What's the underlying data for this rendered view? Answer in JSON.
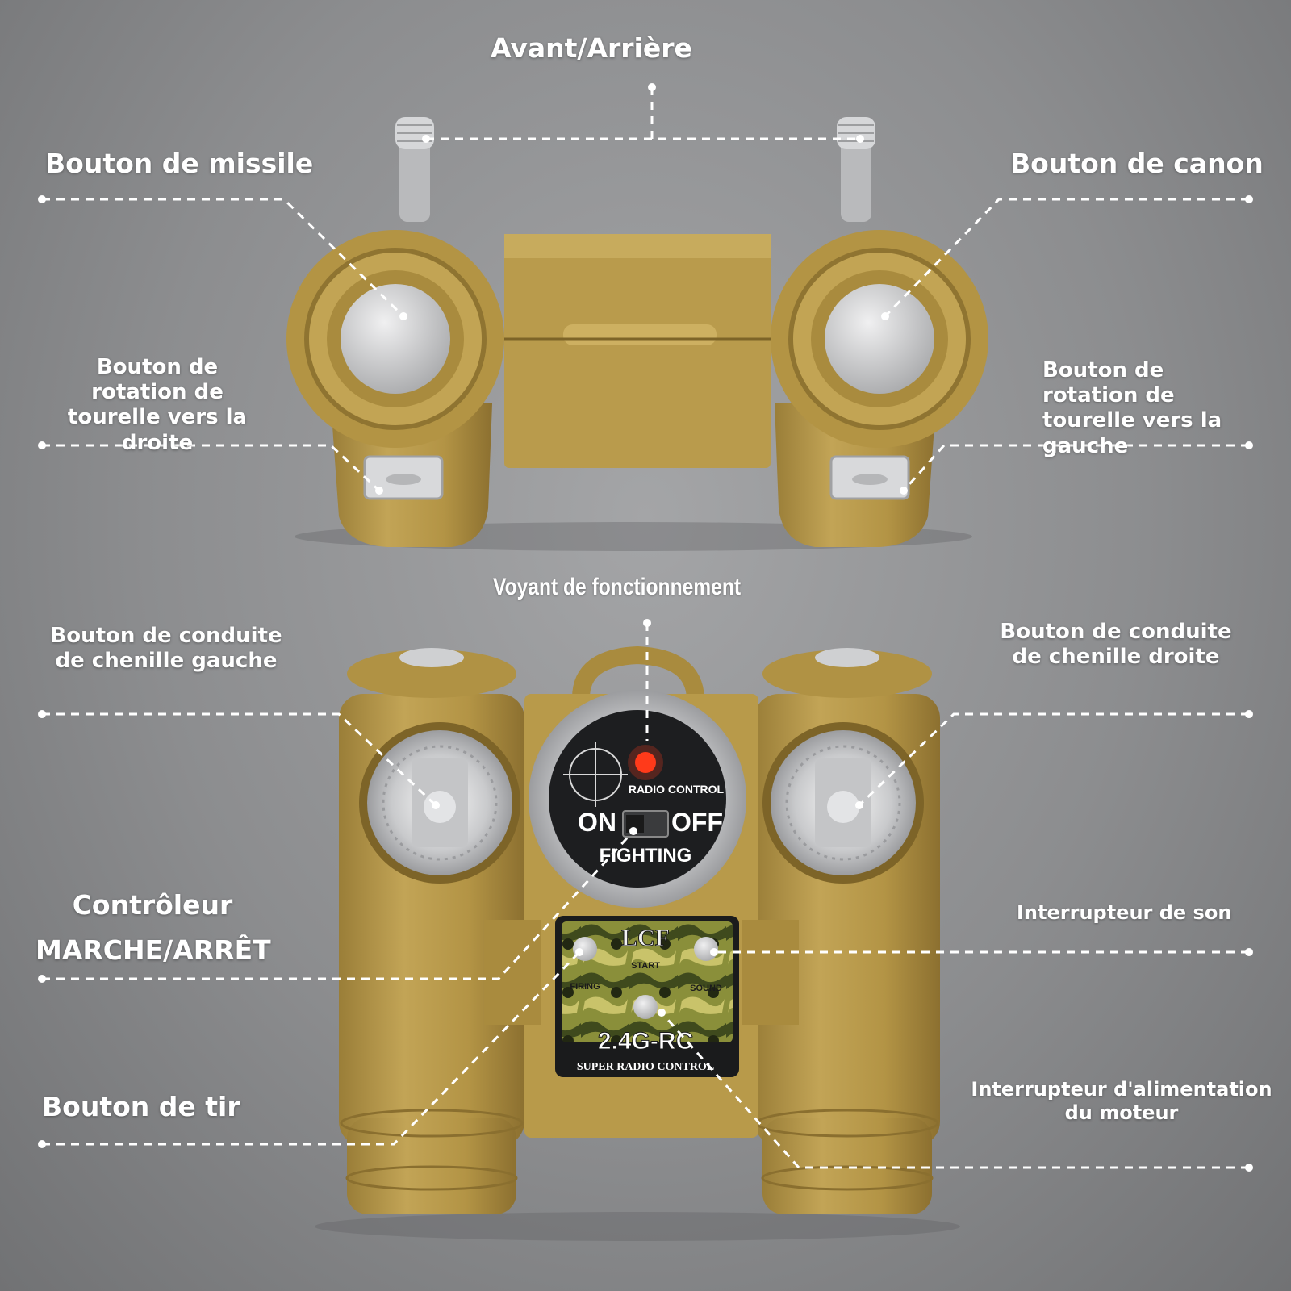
{
  "labels": {
    "forward_back": "Avant/Arrière",
    "missile_button": "Bouton de missile",
    "cannon_button": "Bouton de canon",
    "turret_right": "Bouton de rotation de tourelle vers la droite",
    "turret_left": "Bouton de rotation de tourelle vers la gauche",
    "status_light": "Voyant de fonctionnement",
    "left_track": "Bouton de conduite de chenille gauche",
    "right_track": "Bouton de conduite de chenille droite",
    "on_off_line1": "Contrôleur",
    "on_off_line2": "MARCHE/ARRÊT",
    "sound_switch": "Interrupteur de son",
    "fire_button": "Bouton de tir",
    "motor_power": "Interrupteur d'alimentation du moteur"
  },
  "device_panel": {
    "radio_control": "RADIO CONTROL",
    "on": "ON",
    "off": "OFF",
    "fighting": "FIGHTING",
    "brand": "LCF",
    "start": "START",
    "firing": "FIRING",
    "sound": "SOUND",
    "frequency": "2.4G-RC",
    "super_radio": "SUPER RADIO CONTROL"
  },
  "colors": {
    "body": "#b89a4a",
    "body_dark": "#8f7431",
    "grey_button": "#d0d1d3",
    "led": "#ff3a1a",
    "leader_line": "#ffffff"
  }
}
